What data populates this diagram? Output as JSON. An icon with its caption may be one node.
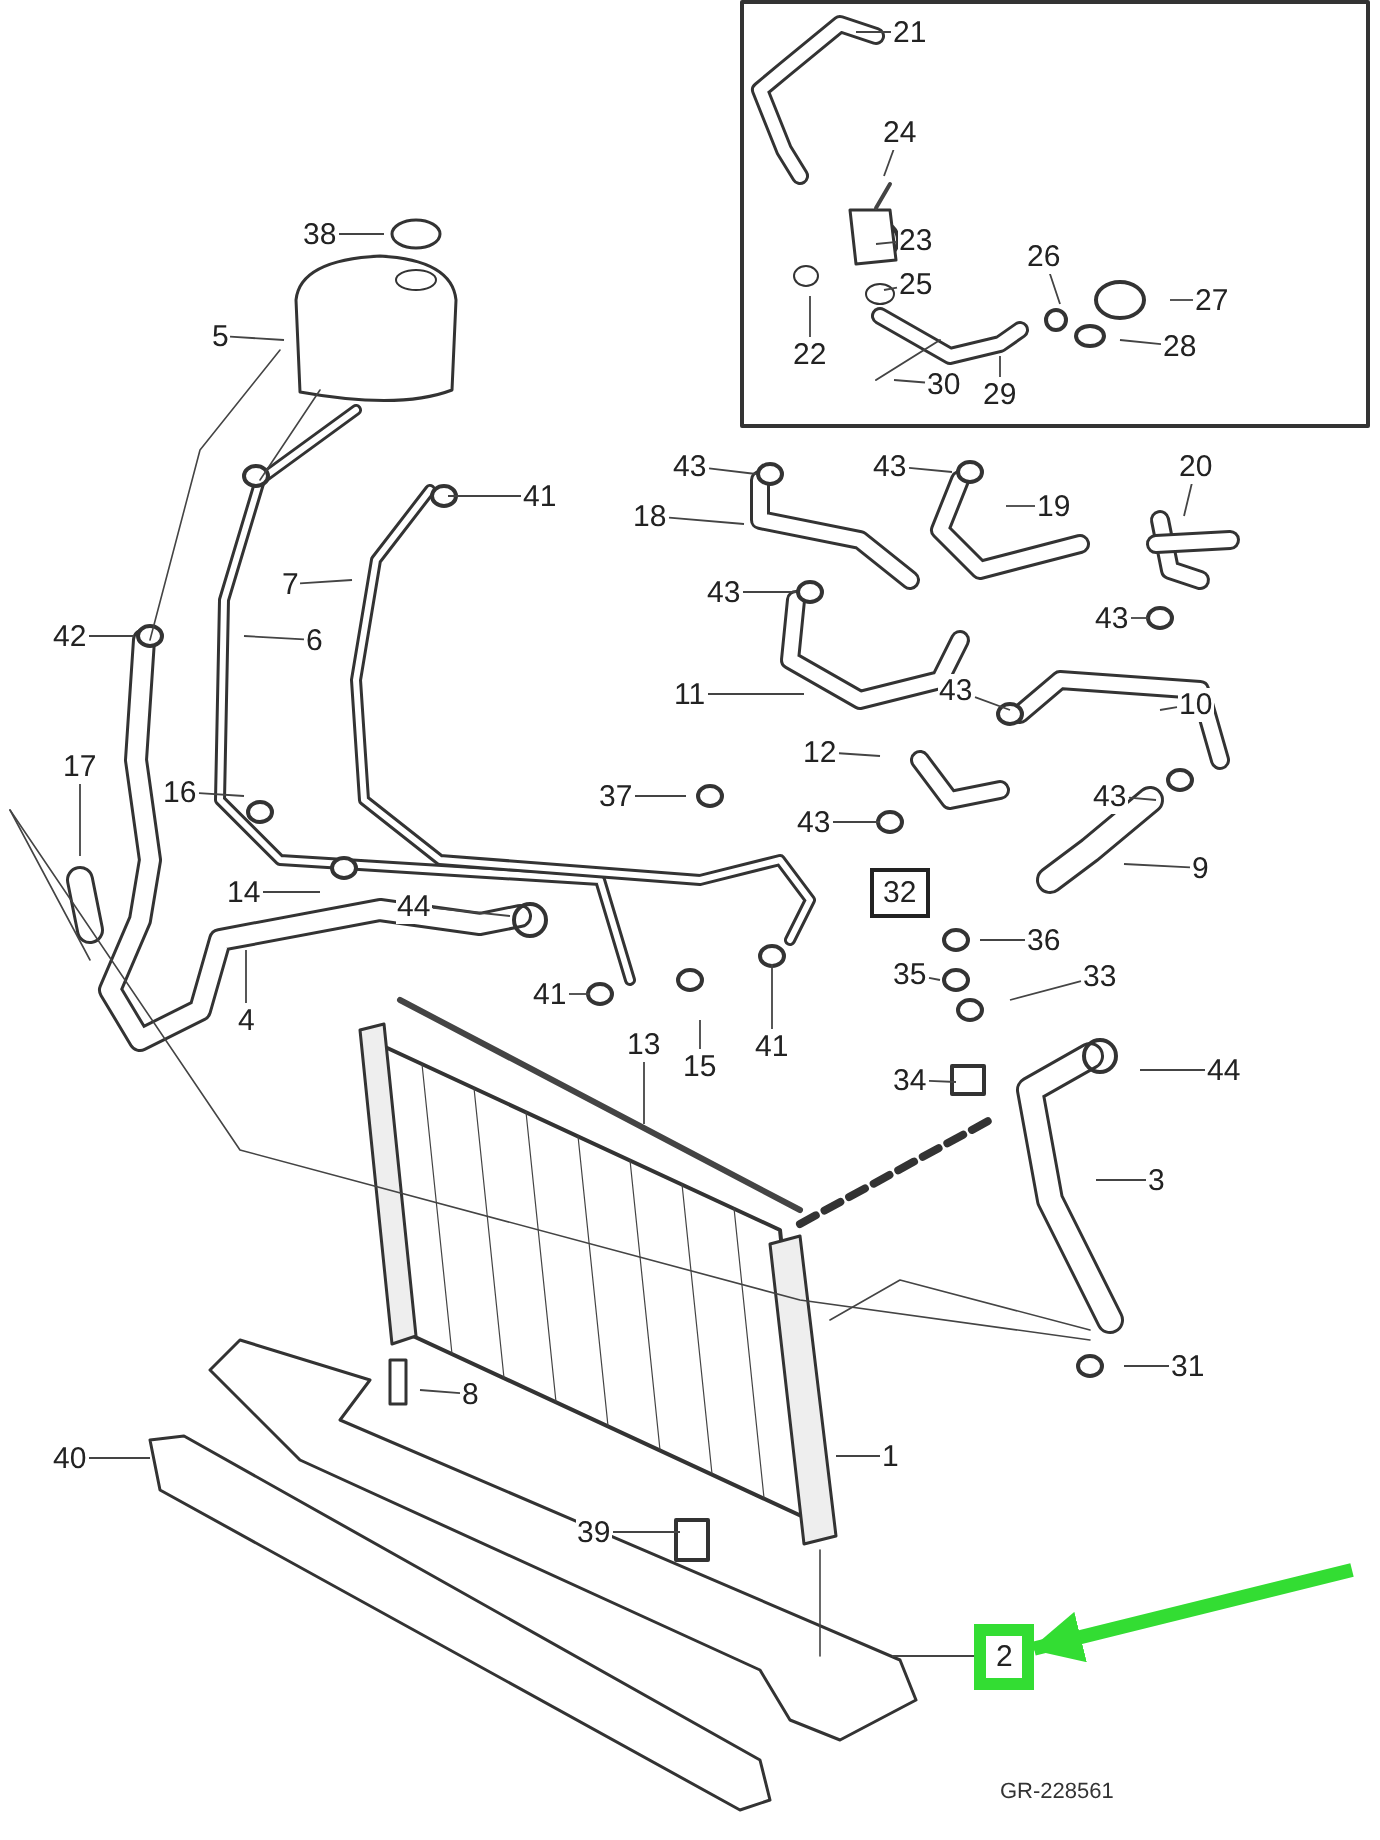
{
  "diagram": {
    "nodes": [
      {
        "text": [
          "21"
        ]
      },
      {
        "text": [
          "24"
        ]
      },
      {
        "text": [
          "38"
        ]
      },
      {
        "text": [
          "23"
        ]
      },
      {
        "text": [
          "26"
        ]
      },
      {
        "text": [
          "25"
        ]
      },
      {
        "text": [
          "27"
        ]
      },
      {
        "text": [
          "5"
        ]
      },
      {
        "text": [
          "28"
        ]
      },
      {
        "text": [
          "22"
        ]
      },
      {
        "text": [
          "30"
        ]
      },
      {
        "text": [
          "29"
        ]
      },
      {
        "text": [
          "43"
        ]
      },
      {
        "text": [
          "43"
        ]
      },
      {
        "text": [
          "20"
        ]
      },
      {
        "text": [
          "41"
        ]
      },
      {
        "text": [
          "19"
        ]
      },
      {
        "text": [
          "18"
        ]
      },
      {
        "text": [
          "7"
        ]
      },
      {
        "text": [
          "43"
        ]
      },
      {
        "text": [
          "43"
        ]
      },
      {
        "text": [
          "42"
        ]
      },
      {
        "text": [
          "6"
        ]
      },
      {
        "text": [
          "11"
        ]
      },
      {
        "text": [
          "43"
        ]
      },
      {
        "text": [
          "10"
        ]
      },
      {
        "text": [
          "12"
        ]
      },
      {
        "text": [
          "17"
        ]
      },
      {
        "text": [
          "43"
        ]
      },
      {
        "text": [
          "37"
        ]
      },
      {
        "text": [
          "16"
        ]
      },
      {
        "text": [
          "43"
        ]
      },
      {
        "text": [
          "9"
        ]
      },
      {
        "text": [
          "14"
        ]
      },
      {
        "text": [
          "32"
        ]
      },
      {
        "text": [
          "44"
        ]
      },
      {
        "text": [
          "36"
        ]
      },
      {
        "text": [
          "35"
        ]
      },
      {
        "text": [
          "41"
        ]
      },
      {
        "text": [
          "4"
        ]
      },
      {
        "text": [
          "33"
        ]
      },
      {
        "text": [
          "13"
        ]
      },
      {
        "text": [
          "15"
        ]
      },
      {
        "text": [
          "41"
        ]
      },
      {
        "text": [
          "44"
        ]
      },
      {
        "text": [
          "34"
        ]
      },
      {
        "text": [
          "3"
        ]
      },
      {
        "text": [
          "31"
        ]
      },
      {
        "text": [
          "8"
        ]
      },
      {
        "text": [
          "1"
        ]
      },
      {
        "text": [
          "40"
        ]
      },
      {
        "text": [
          "39"
        ]
      },
      {
        "text": [
          "2"
        ]
      }
    ],
    "edges": [
      {
        "from": 0,
        "to": null,
        "arrow": "none"
      },
      {
        "from": 1,
        "to": null,
        "arrow": "none"
      },
      {
        "from": 2,
        "to": null,
        "arrow": "none"
      },
      {
        "from": 3,
        "to": null,
        "arrow": "none"
      },
      {
        "from": 4,
        "to": null,
        "arrow": "none"
      },
      {
        "from": 5,
        "to": null,
        "arrow": "none"
      },
      {
        "from": 6,
        "to": null,
        "arrow": "none"
      },
      {
        "from": 7,
        "to": null,
        "arrow": "none"
      },
      {
        "from": 8,
        "to": null,
        "arrow": "none"
      },
      {
        "from": 9,
        "to": null,
        "arrow": "none"
      },
      {
        "from": 10,
        "to": null,
        "arrow": "none"
      },
      {
        "from": 11,
        "to": null,
        "arrow": "none"
      },
      {
        "from": 12,
        "to": null,
        "arrow": "none"
      },
      {
        "from": 13,
        "to": null,
        "arrow": "none"
      },
      {
        "from": 14,
        "to": null,
        "arrow": "none"
      },
      {
        "from": 15,
        "to": null,
        "arrow": "none"
      },
      {
        "from": 16,
        "to": null,
        "arrow": "none"
      },
      {
        "from": 17,
        "to": null,
        "arrow": "none"
      },
      {
        "from": 18,
        "to": null,
        "arrow": "none"
      },
      {
        "from": 19,
        "to": null,
        "arrow": "none"
      },
      {
        "from": 20,
        "to": null,
        "arrow": "none"
      },
      {
        "from": 21,
        "to": null,
        "arrow": "none"
      },
      {
        "from": 22,
        "to": null,
        "arrow": "none"
      },
      {
        "from": 23,
        "to": null,
        "arrow": "none"
      },
      {
        "from": 24,
        "to": null,
        "arrow": "none"
      },
      {
        "from": 25,
        "to": null,
        "arrow": "none"
      },
      {
        "from": 26,
        "to": null,
        "arrow": "none"
      },
      {
        "from": 27,
        "to": null,
        "arrow": "none"
      },
      {
        "from": 28,
        "to": null,
        "arrow": "none"
      },
      {
        "from": 29,
        "to": null,
        "arrow": "none"
      },
      {
        "from": 30,
        "to": null,
        "arrow": "none"
      },
      {
        "from": 31,
        "to": null,
        "arrow": "none"
      },
      {
        "from": 32,
        "to": null,
        "arrow": "none"
      },
      {
        "from": 33,
        "to": null,
        "arrow": "none"
      },
      {
        "from": 35,
        "to": null,
        "arrow": "none"
      },
      {
        "from": 36,
        "to": null,
        "arrow": "none"
      },
      {
        "from": 37,
        "to": null,
        "arrow": "none"
      },
      {
        "from": 38,
        "to": null,
        "arrow": "none"
      },
      {
        "from": 39,
        "to": null,
        "arrow": "none"
      },
      {
        "from": 40,
        "to": null,
        "arrow": "none"
      },
      {
        "from": 41,
        "to": null,
        "arrow": "none"
      },
      {
        "from": 42,
        "to": null,
        "arrow": "none"
      },
      {
        "from": 43,
        "to": null,
        "arrow": "none"
      },
      {
        "from": 44,
        "to": null,
        "arrow": "none"
      },
      {
        "from": 45,
        "to": null,
        "arrow": "none"
      },
      {
        "from": 46,
        "to": null,
        "arrow": "none"
      },
      {
        "from": 47,
        "to": null,
        "arrow": "none"
      },
      {
        "from": 48,
        "to": null,
        "arrow": "none"
      },
      {
        "from": 49,
        "to": null,
        "arrow": "none"
      },
      {
        "from": 50,
        "to": null,
        "arrow": "none"
      },
      {
        "from": 51,
        "to": null,
        "arrow": "none"
      },
      {
        "from": 52,
        "to": null,
        "arrow": "none"
      },
      {
        "from": null,
        "to": 52,
        "arrow": "to",
        "style": "thick",
        "color": "#33dd33"
      }
    ],
    "labels": [
      "GR-228561"
    ]
  }
}
